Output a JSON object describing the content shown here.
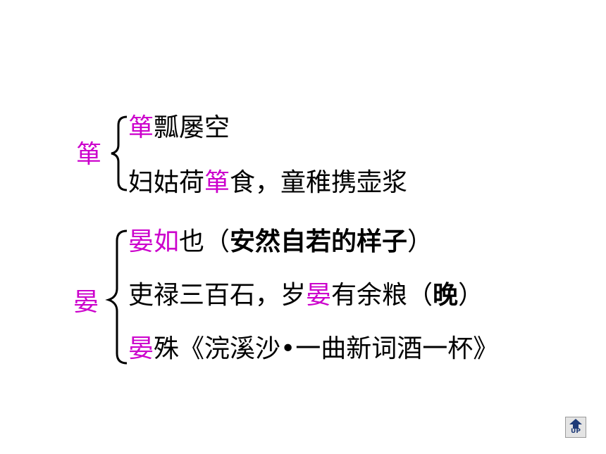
{
  "colors": {
    "highlight": "#cc00cc",
    "text": "#000000",
    "background": "#ffffff"
  },
  "group1": {
    "head": "箪",
    "line1": {
      "hl": "箪",
      "rest": "瓢屡空"
    },
    "line2": {
      "pre": "妇姑荷",
      "hl": "箪",
      "post": "食，童稚携壶浆"
    }
  },
  "group2": {
    "head": "晏",
    "line1": {
      "hl": "晏如",
      "mid": "也（",
      "bold": "安然自若的样子",
      "close": "）"
    },
    "line2": {
      "pre": "吏禄三百石，岁",
      "hl": "晏",
      "mid": "有余粮（",
      "bold": "晚",
      "close": "）"
    },
    "line3": {
      "hl": "晏",
      "rest": "殊《浣溪沙•一曲新词酒一杯》"
    }
  },
  "nav": {
    "up_label": "UP",
    "icon": "up-arrow-icon"
  }
}
